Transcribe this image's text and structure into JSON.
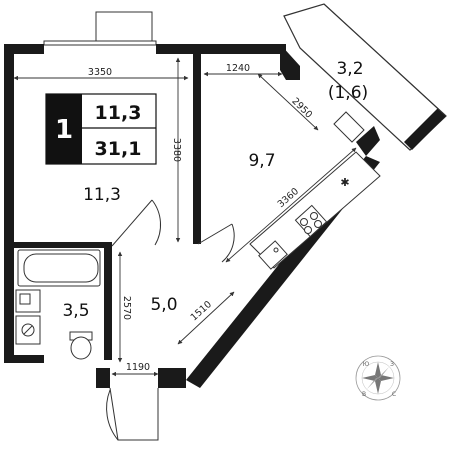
{
  "badge": {
    "rooms": "1",
    "living_area": "11,3",
    "total_area": "31,1"
  },
  "rooms": {
    "living": "11,3",
    "kitchen": "9,7",
    "balcony_area": "3,2",
    "balcony_reduced": "(1,6)",
    "bathroom": "3,5",
    "hall": "5,0"
  },
  "dimensions": {
    "living_width": "3350",
    "living_height": "3380",
    "kitchen_top": "1240",
    "kitchen_diag": "2950",
    "kitchen_counter": "3360",
    "hall_diag": "1510",
    "hall_height": "2570",
    "entry_width": "1190"
  },
  "compass": {
    "n": "Ю",
    "e": "З",
    "s": "С",
    "w": "В"
  },
  "colors": {
    "wall": "#1a1a1a",
    "line": "#333333",
    "badge_bg": "#111111"
  },
  "icons": {
    "compass": "compass-rose-icon",
    "stove": "stove-icon",
    "sink": "sink-icon",
    "bathtub": "bathtub-icon",
    "toilet": "toilet-icon",
    "washer": "washing-machine-icon"
  }
}
